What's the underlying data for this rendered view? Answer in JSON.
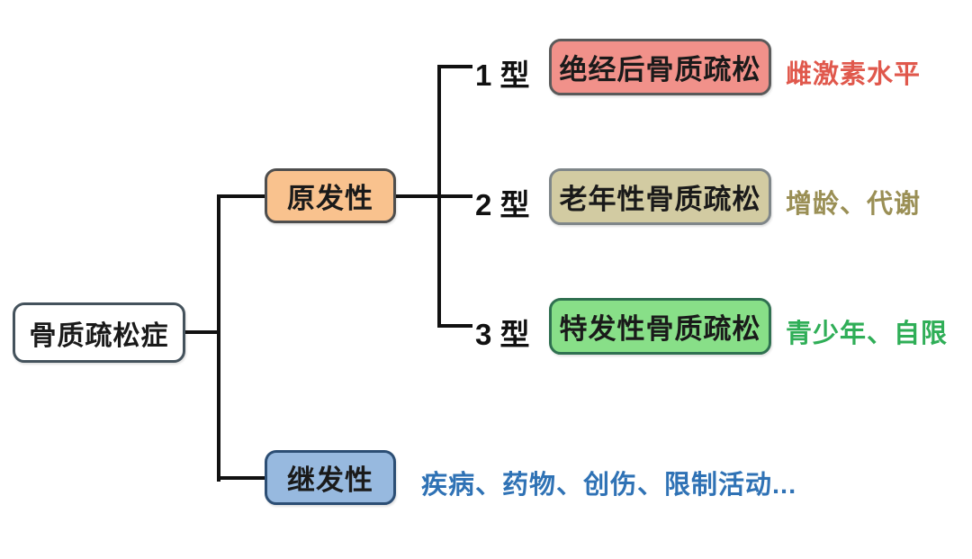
{
  "diagram": {
    "title_implicit": "骨质疏松症分类图",
    "line_color": "#111111",
    "text_color": "#1a1a1a",
    "root": {
      "label": "骨质疏松症",
      "fill": "#ffffff",
      "border": "#44525c"
    },
    "branches": [
      {
        "label": "原发性",
        "fill": "#f9c28e",
        "border": "#4e4e4e"
      },
      {
        "label": "继发性",
        "fill": "#97b9df",
        "border": "#2c4e74",
        "note": "疾病、药物、创伤、限制活动...",
        "note_color": "#2f72b5"
      }
    ],
    "types": [
      {
        "type_label": "1 型",
        "box_label": "绝经后骨质疏松",
        "fill": "#f1918a",
        "border": "#5a5a5a",
        "note": "雌激素水平",
        "note_color": "#e0584c"
      },
      {
        "type_label": "2 型",
        "box_label": "老年性骨质疏松",
        "fill": "#d2cba2",
        "border": "#7f8689",
        "note": "增龄、代谢",
        "note_color": "#9a8f55"
      },
      {
        "type_label": "3 型",
        "box_label": "特发性骨质疏松",
        "fill": "#88df88",
        "border": "#2f7050",
        "note": "青少年、自限",
        "note_color": "#2fae57"
      }
    ]
  }
}
